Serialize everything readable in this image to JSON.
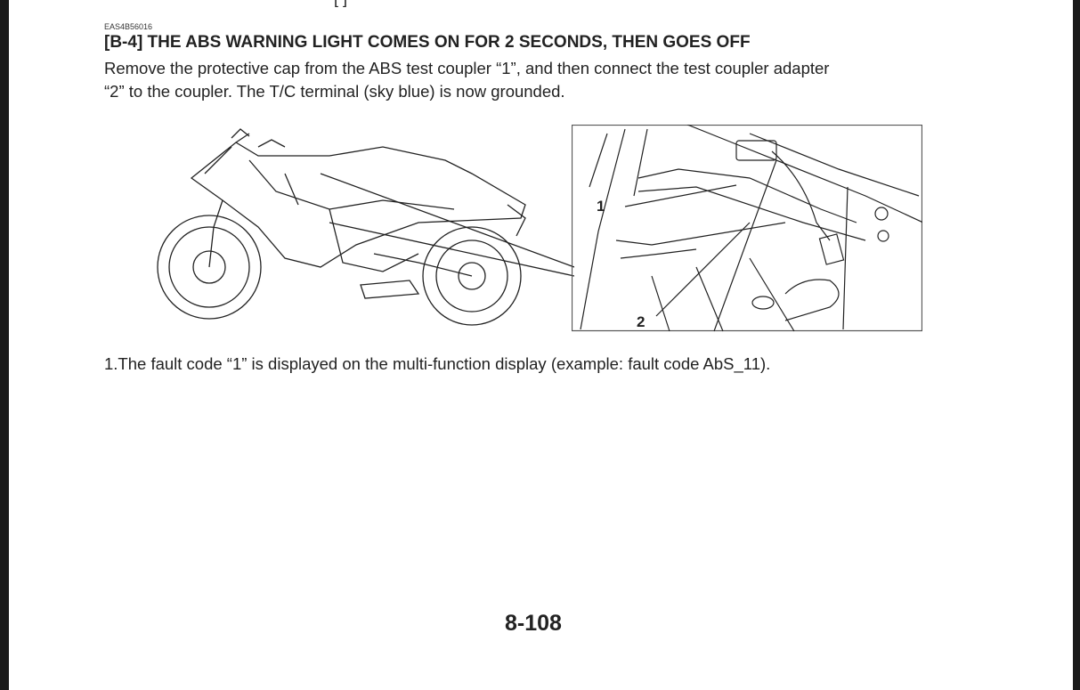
{
  "page": {
    "top_fragment": "[   ]",
    "section_code": "EAS4B56016",
    "heading": "[B-4] THE ABS WARNING LIGHT COMES ON FOR 2 SECONDS, THEN GOES OFF",
    "body_lines": [
      "Remove the protective cap from the ABS test coupler “1”, and then connect the test coupler adapter",
      "“2” to the coupler. The T/C terminal (sky blue) is now grounded."
    ],
    "figure": {
      "callout_1": "1",
      "callout_2": "2"
    },
    "caption": "1.The fault code “1” is displayed on the multi-function display (example: fault code AbS_11).",
    "page_number": "8-108"
  }
}
